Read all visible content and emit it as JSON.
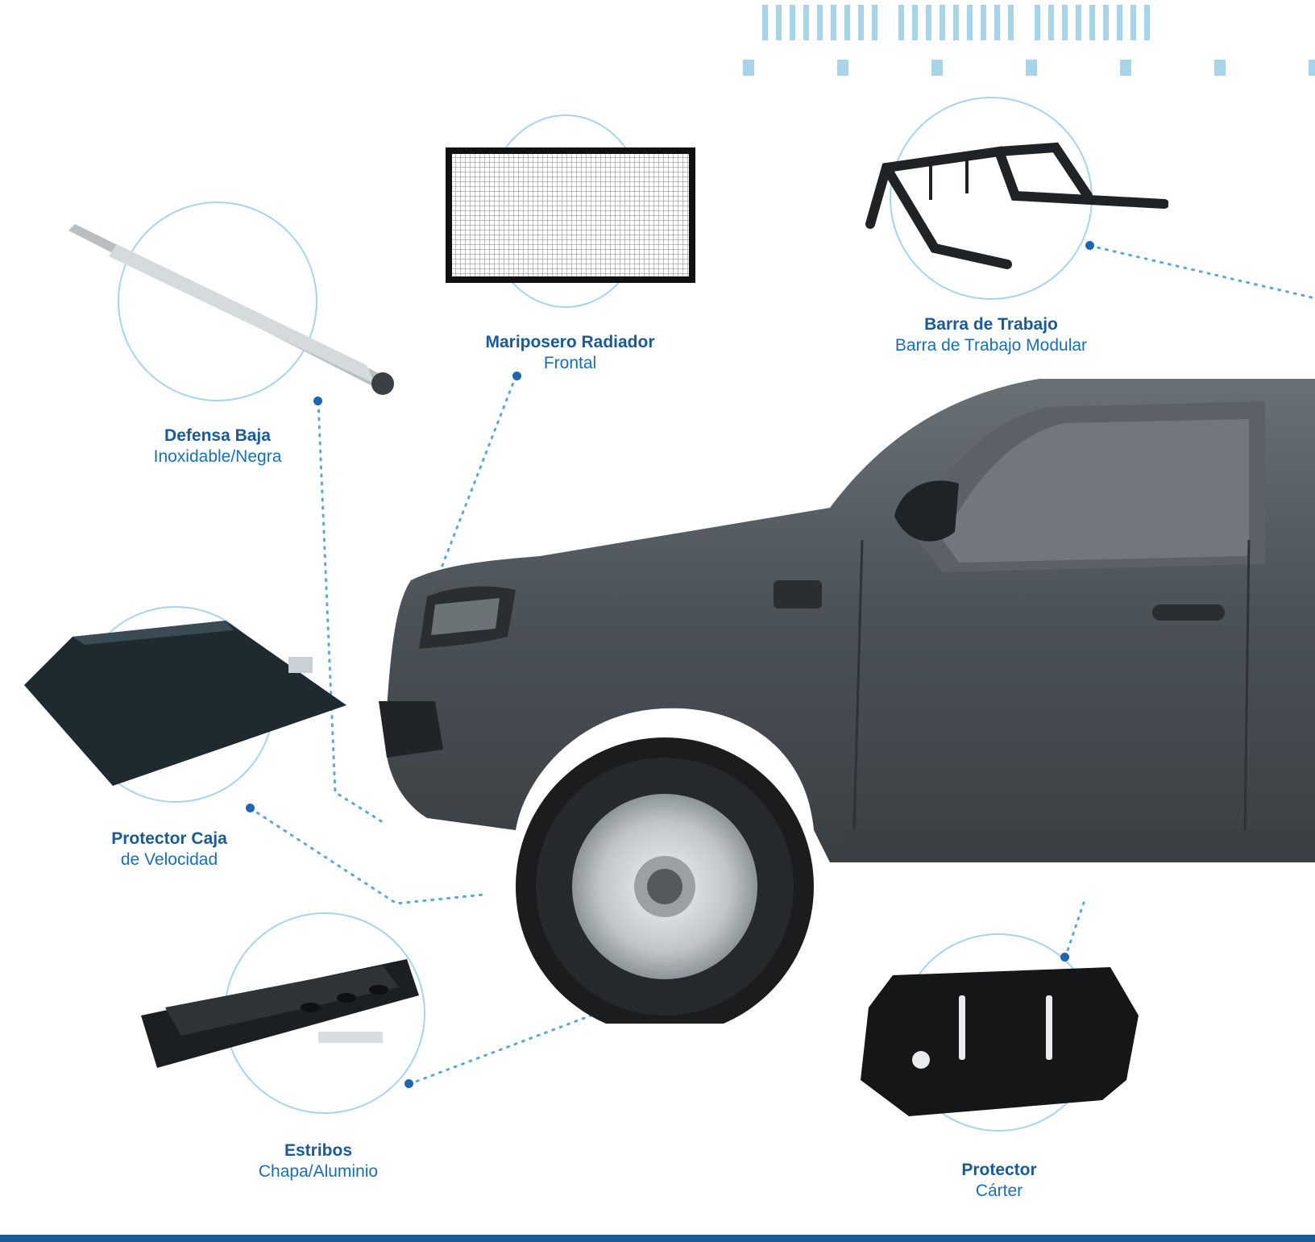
{
  "colors": {
    "accent_dark": "#1a5a96",
    "accent_light": "#a8d4ea",
    "truck_body": "#4b5257"
  },
  "products": [
    {
      "key": "defensa",
      "title": "Defensa Baja",
      "subtitle": "Inoxidable/Negra",
      "icon": "bumper-bar-image"
    },
    {
      "key": "mariposero",
      "title": "Mariposero Radiador",
      "subtitle": "Frontal",
      "icon": "radiator-mesh-image"
    },
    {
      "key": "barra",
      "title": "Barra de Trabajo",
      "subtitle": "Barra de Trabajo Modular",
      "icon": "roll-bar-image"
    },
    {
      "key": "caja",
      "title": "Protector Caja",
      "subtitle": "de Velocidad",
      "icon": "gearbox-guard-image"
    },
    {
      "key": "estribos",
      "title": "Estribos",
      "subtitle": "Chapa/Aluminio",
      "icon": "side-step-image"
    },
    {
      "key": "carter",
      "title": "Protector",
      "subtitle": "Cárter",
      "icon": "skid-plate-image"
    }
  ]
}
